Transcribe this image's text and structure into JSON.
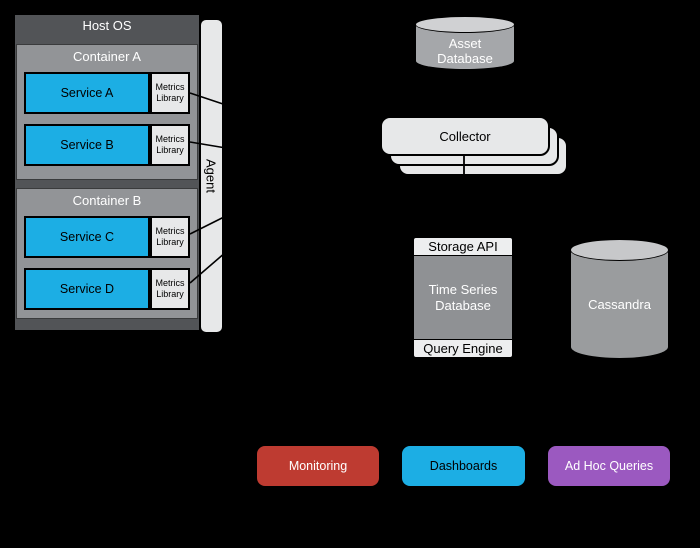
{
  "diagram": {
    "host": {
      "title": "Host OS",
      "agent_label": "Agent",
      "containers": [
        {
          "title": "Container A",
          "services": [
            {
              "name": "Service A",
              "lib": "Metrics Library"
            },
            {
              "name": "Service B",
              "lib": "Metrics Library"
            }
          ]
        },
        {
          "title": "Container B",
          "services": [
            {
              "name": "Service C",
              "lib": "Metrics Library"
            },
            {
              "name": "Service D",
              "lib": "Metrics Library"
            }
          ]
        }
      ]
    },
    "asset_db": {
      "line1": "Asset",
      "line2": "Database"
    },
    "collector": {
      "label": "Collector"
    },
    "tsdb": {
      "top": "Storage API",
      "body_line1": "Time Series",
      "body_line2": "Database",
      "bottom": "Query Engine"
    },
    "cassandra": {
      "label": "Cassandra"
    },
    "outputs": [
      {
        "label": "Monitoring",
        "bg": "#BE3B31",
        "fg": "#FFFFFF"
      },
      {
        "label": "Dashboards",
        "bg": "#1CAEE4",
        "fg": "#000000"
      },
      {
        "label": "Ad Hoc Queries",
        "bg": "#9B59C0",
        "fg": "#FFFFFF"
      }
    ],
    "colors": {
      "background": "#000000",
      "host_gray": "#525457",
      "container_gray": "#929497",
      "service_blue": "#1CAEE4",
      "light_gray": "#E7E8E9",
      "tsdb_gray": "#8F9194",
      "cylinder_gray": "#A5A7AA",
      "cylinder_top_gray": "#D0D1D3",
      "monitoring_red": "#BE3B31",
      "dashboards_blue": "#1CAEE4",
      "adhoc_purple": "#9B59C0"
    }
  }
}
